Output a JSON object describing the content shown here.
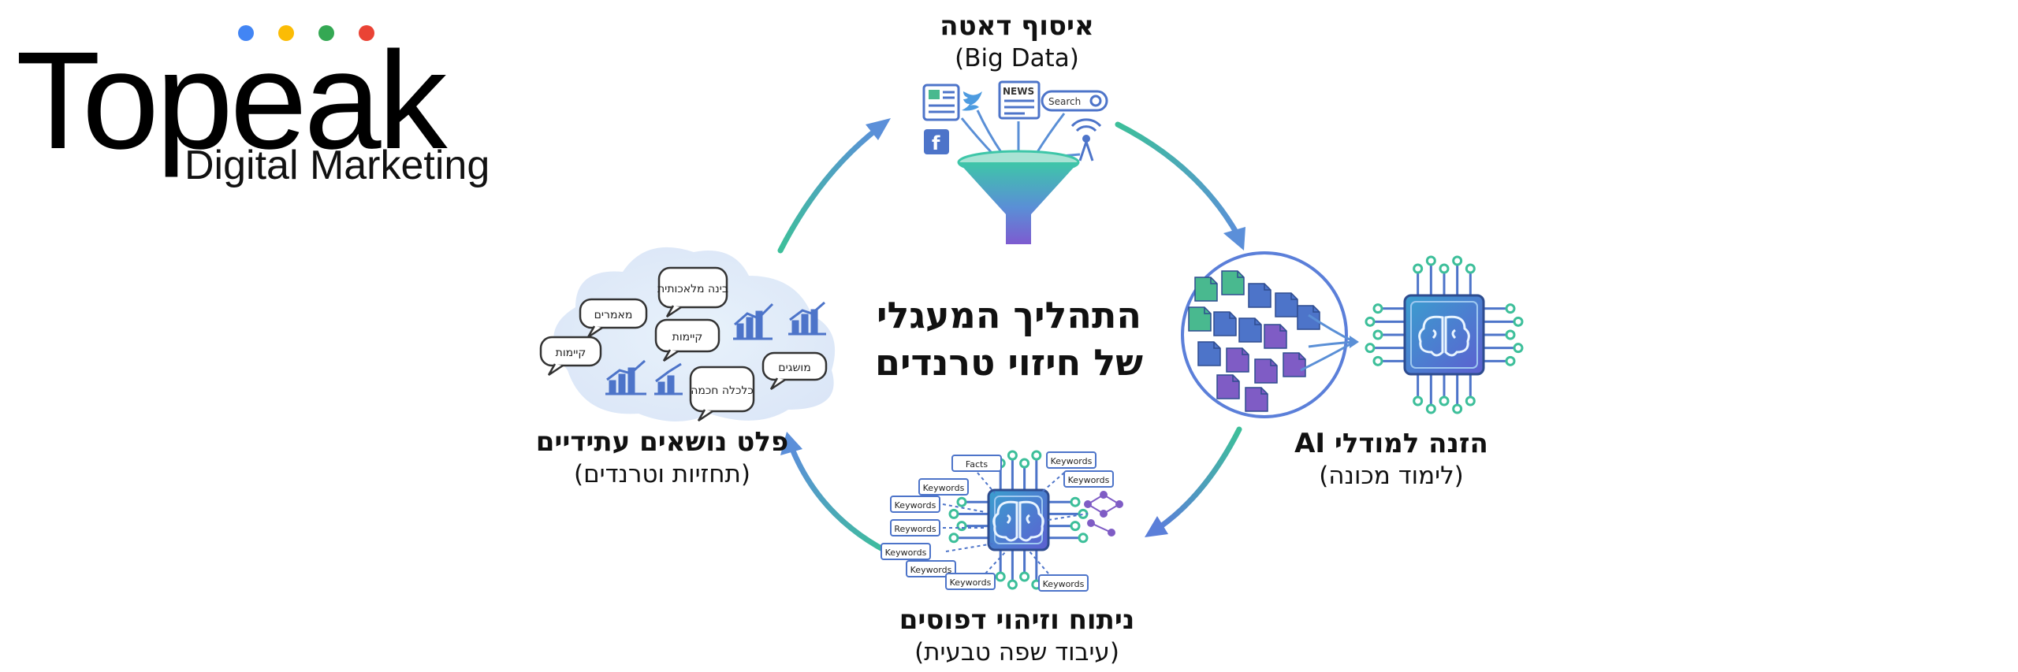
{
  "logo": {
    "wordmark": "Topeak",
    "tagline": "Digital Marketing",
    "dot_colors": [
      "#4285F4",
      "#FBBC05",
      "#34A853",
      "#EA4335"
    ]
  },
  "center_title": {
    "line1": "התהליך המעגלי",
    "line2": "של חיזוי טרנדים"
  },
  "stages": {
    "collect": {
      "title": "איסוף דאטה",
      "subtitle": "(Big Data)"
    },
    "feed": {
      "title": "הזנה למודלי AI",
      "subtitle": "(לימוד מכונה)"
    },
    "analyze": {
      "title": "ניתוח וזיהוי דפוסים",
      "subtitle": "(עיבוד שפה טבעית)"
    },
    "output": {
      "title": "פלט נושאים עתידיים",
      "subtitle": "(תחזיות וטרנדים)"
    }
  },
  "collect_icons": {
    "news": "NEWS",
    "search": "Search",
    "social_1": "f"
  },
  "analysis_tags": [
    "Facts",
    "Keywords",
    "Keywords",
    "Keywords",
    "Keywords",
    "Reywords",
    "Keywords",
    "Keywords",
    "Keywords",
    "Keywords"
  ],
  "output_bubbles": [
    "בינה מלאכותית",
    "מאמרים",
    "קיימות",
    "קיימות",
    "מושגים",
    "כלכלה חכמה"
  ],
  "colors": {
    "arrow_blue": "#5b8fd9",
    "arrow_green": "#3dbf9a",
    "chip": "#4a6fd8",
    "doc_green": "#49b98f",
    "doc_blue": "#4d74c9",
    "doc_purple": "#7f5cc5",
    "funnel_top": "#3ec6a8",
    "funnel_bottom": "#7d5bd0"
  }
}
